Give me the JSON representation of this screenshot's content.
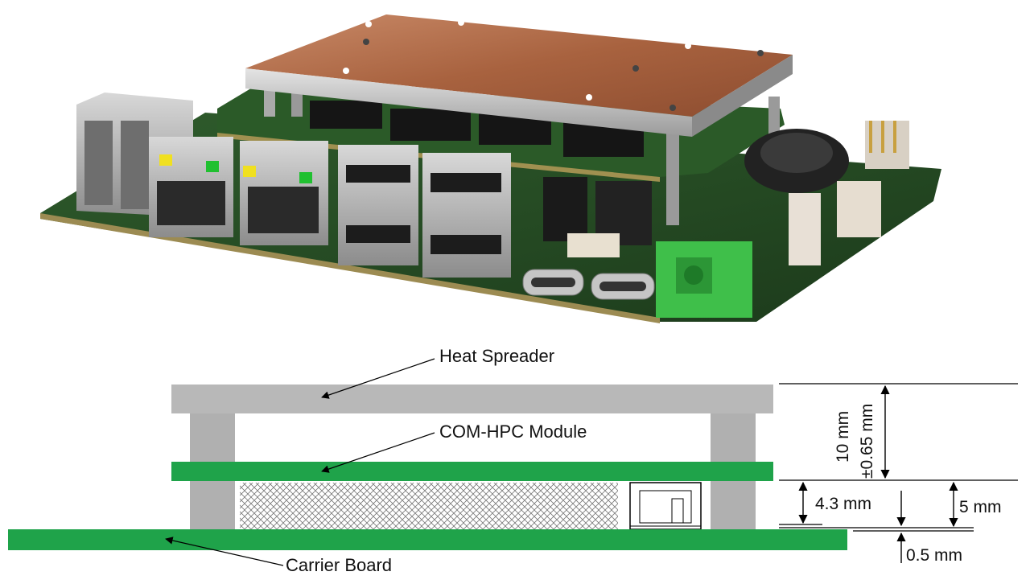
{
  "labels": {
    "heat_spreader": "Heat Spreader",
    "com_hpc_module": "COM-HPC Module",
    "carrier_board": "Carrier Board"
  },
  "dimensions": {
    "total_height_line1": "10 mm",
    "total_height_line2": "±0.65 mm",
    "connector_height": "4.3 mm",
    "stack_height": "5 mm",
    "offset": "0.5 mm"
  },
  "colors": {
    "pcb_green": "#1fa34a",
    "heat_spreader_gray": "#b8b8b8",
    "standoff_gray": "#b0b0b0",
    "copper": "#b5704e",
    "terminal_green": "#3fbf4a"
  }
}
